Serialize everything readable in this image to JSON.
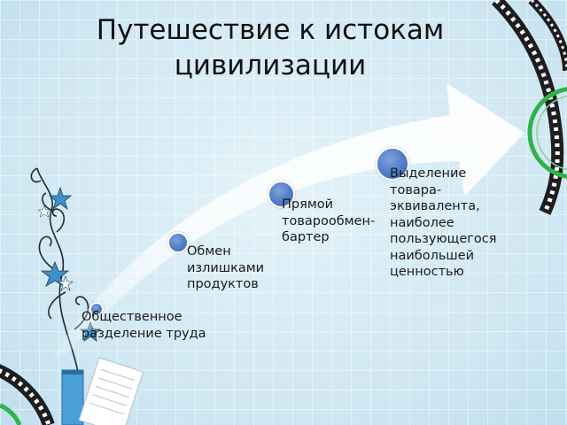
{
  "slide": {
    "title_lines": [
      "Путешествие к истокам",
      "цивилизации"
    ]
  },
  "diagram": {
    "stages": [
      {
        "lines": [
          "Общественное",
          "разделение труда"
        ]
      },
      {
        "lines": [
          "Обмен",
          "излишками",
          "продуктов"
        ]
      },
      {
        "lines": [
          "Прямой",
          "товарообмен-",
          "бартер"
        ]
      },
      {
        "lines": [
          "Выделение",
          "товара-",
          "эквивалента,",
          "наиболее",
          "пользующегося",
          "наибольшей",
          "ценностью"
        ]
      }
    ]
  },
  "colors": {
    "marker": "#4f7cc5",
    "arrow": "#ffffff",
    "film_strip": "#222222",
    "green_accent": "#2fb34a",
    "star": "#3f8fc8"
  },
  "decorations": [
    "film-strip-right",
    "green-ring",
    "swirl-plant-left",
    "stars",
    "film-strip-bottom-left",
    "paper-stack",
    "blue-vase"
  ]
}
